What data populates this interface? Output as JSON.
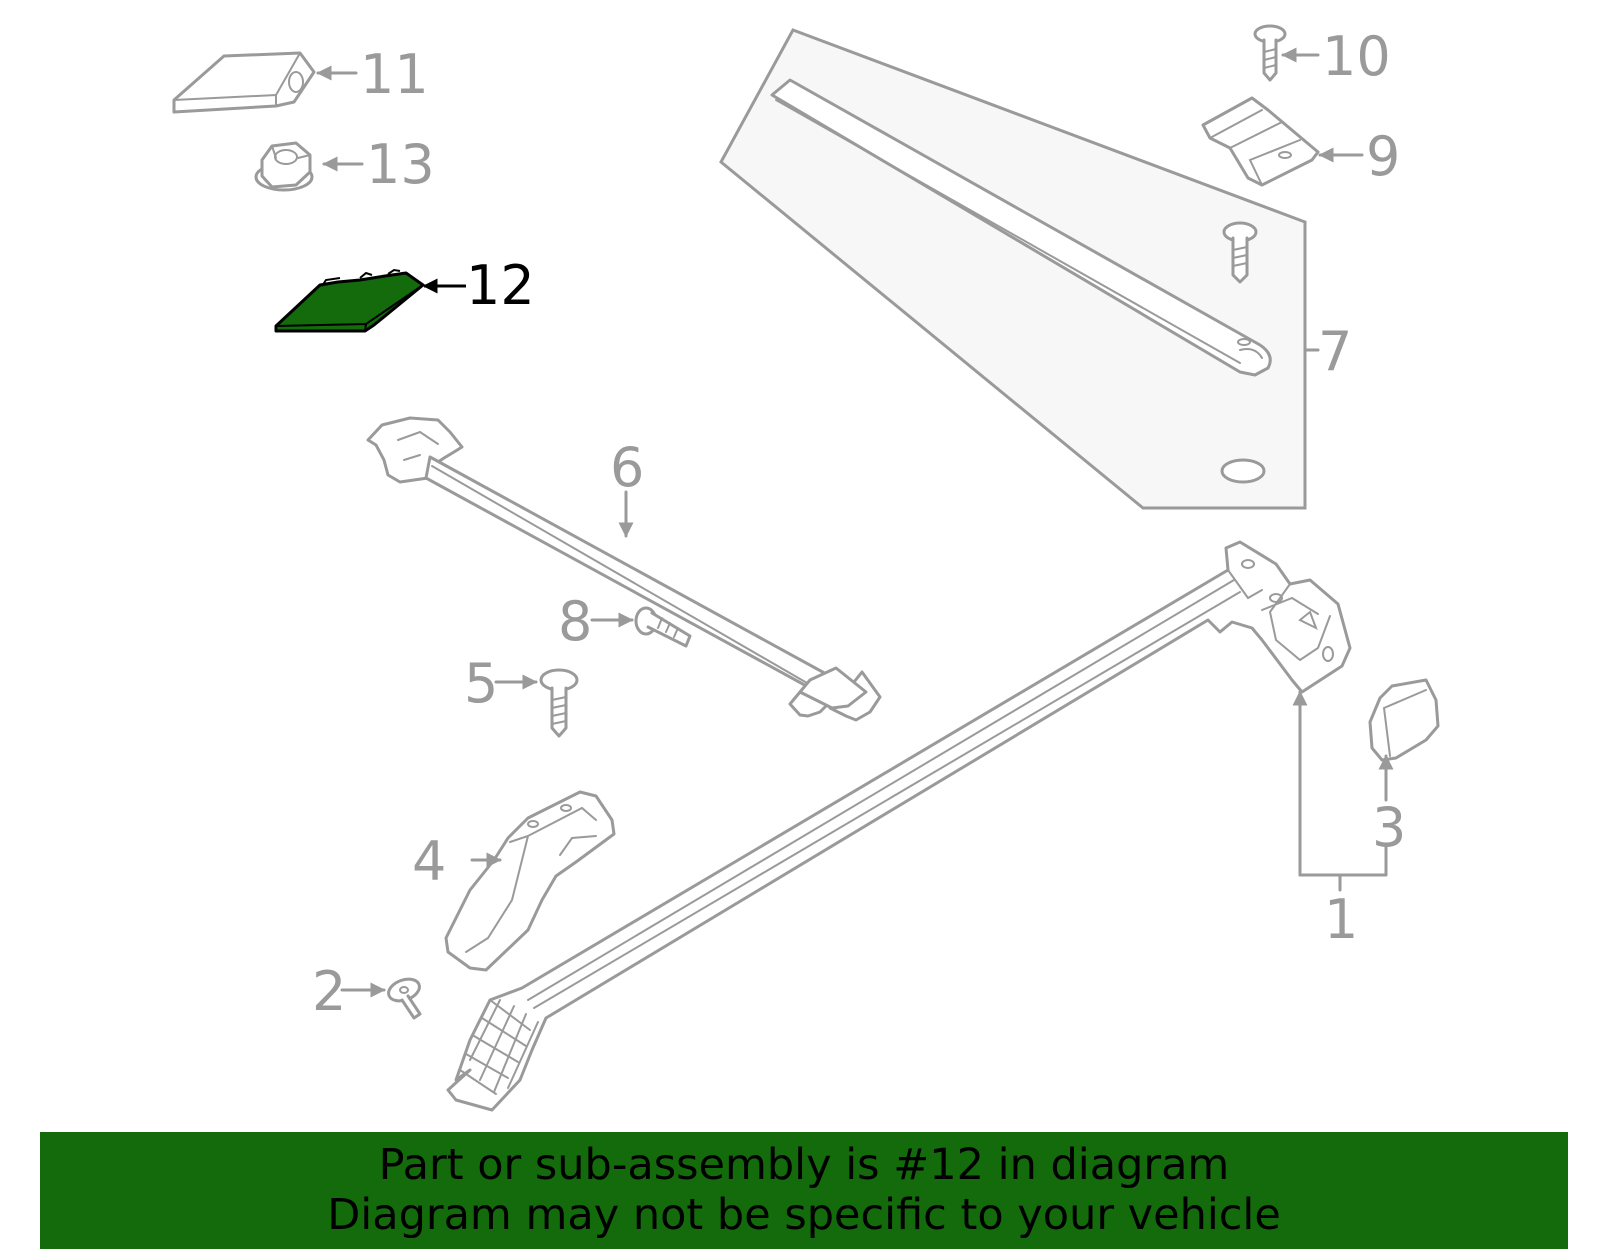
{
  "highlight_color": "#136b0b",
  "line_color": "#9a9a9a",
  "callouts": {
    "c1": "1",
    "c2": "2",
    "c3": "3",
    "c4": "4",
    "c5": "5",
    "c6": "6",
    "c7": "7",
    "c8": "8",
    "c9": "9",
    "c10": "10",
    "c11": "11",
    "c12": "12",
    "c13": "13"
  },
  "highlighted_part": "12",
  "banner": {
    "line1": "Part or sub-assembly is #12 in diagram",
    "line2": "Diagram may not be specific to your vehicle"
  }
}
